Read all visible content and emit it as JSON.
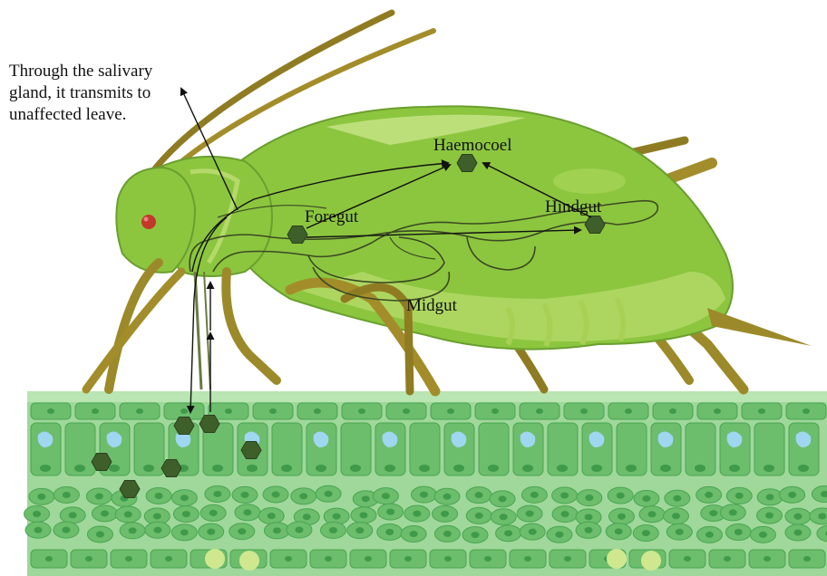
{
  "caption": {
    "line1": "Through the salivary",
    "line2": "gland, it transmits to",
    "line3": "unaffected leave."
  },
  "labels": {
    "haemocoel": "Haemocoel",
    "foregut": "Foregut",
    "hindgut": "Hindgut",
    "midgut": "Midgut"
  },
  "colors": {
    "body": "#8cc63f",
    "body_light": "#b5d96a",
    "body_dark": "#6a9f2e",
    "leg": "#9c8a2a",
    "virus": "#3f5f2a",
    "leaf_bg": "#8fce8a",
    "cell": "#6cbd6c",
    "cell_dark": "#3f9a4a",
    "vacuole": "#9fd6f0"
  }
}
